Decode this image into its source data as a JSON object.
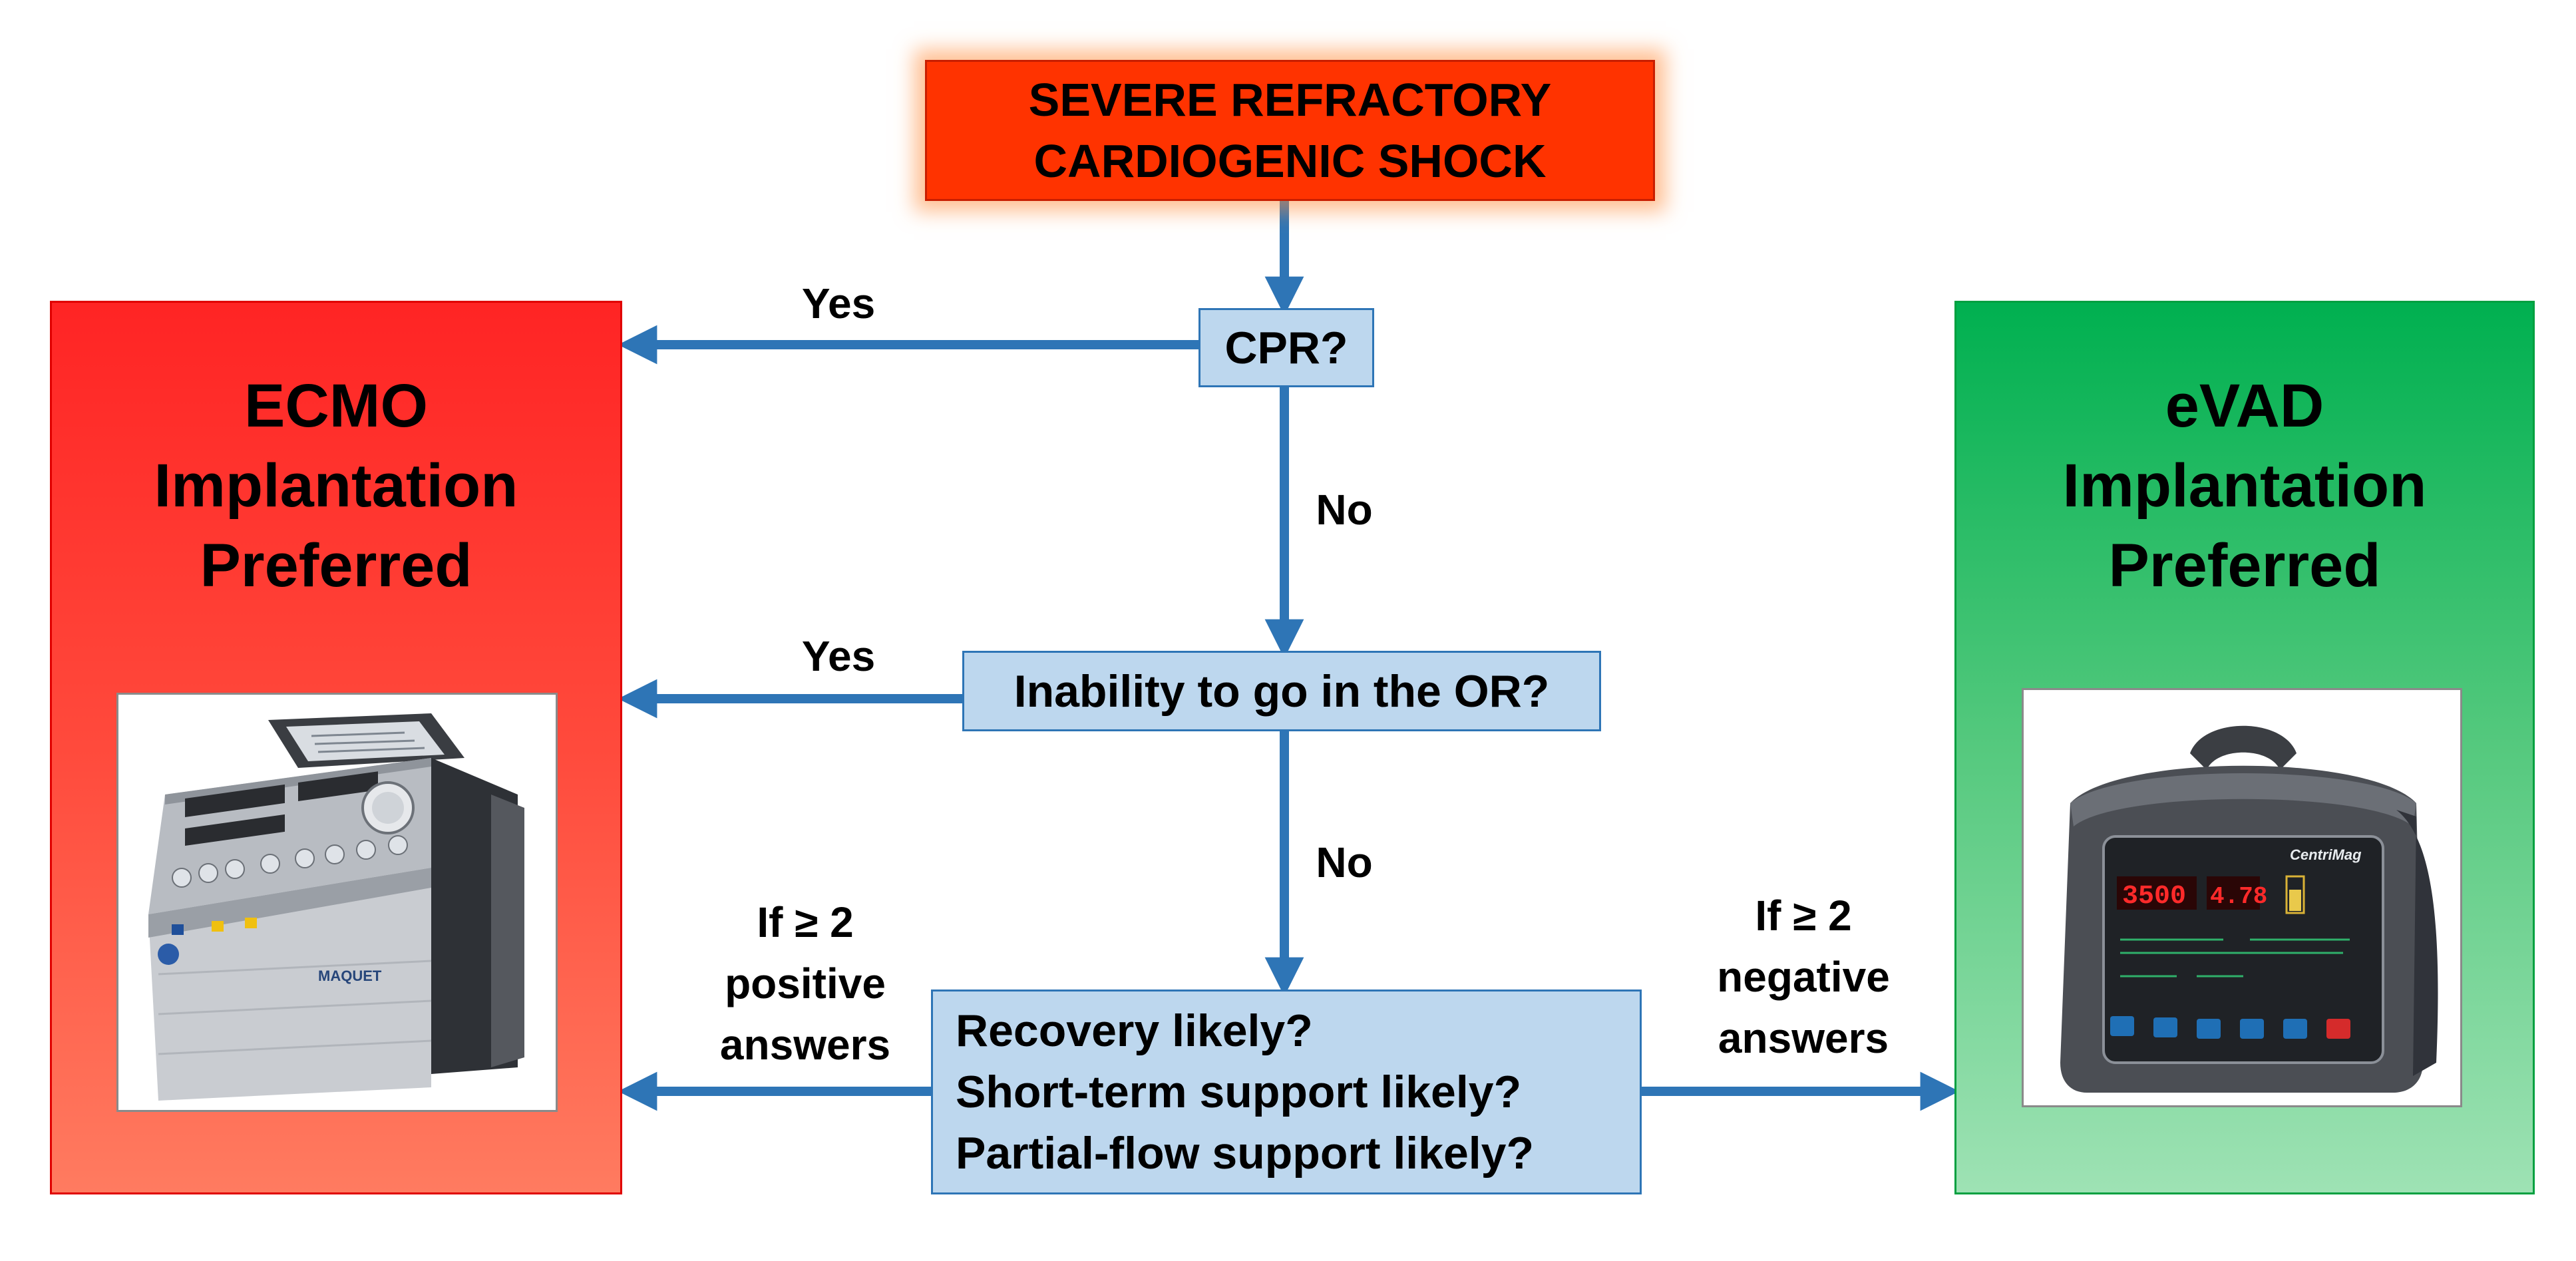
{
  "shock_box": {
    "line1": "SEVERE REFRACTORY",
    "line2": "CARDIOGENIC SHOCK"
  },
  "questions": {
    "cpr": "CPR?",
    "or": "Inability to go in the OR?",
    "criteria": [
      "Recovery  likely?",
      "Short-term support likely?",
      "Partial-flow support likely?"
    ]
  },
  "labels": {
    "yes1": "Yes",
    "no1": "No",
    "yes2": "Yes",
    "no2": "No",
    "positive": [
      "If ≥ 2",
      "positive",
      "answers"
    ],
    "negative": [
      "If ≥ 2",
      "negative",
      "answers"
    ]
  },
  "ecmo_panel": {
    "title_lines": [
      "ECMO",
      "Implantation",
      "Preferred"
    ]
  },
  "evad_panel": {
    "title_lines": [
      "eVAD",
      "Implantation",
      "Preferred"
    ]
  },
  "device_labels": {
    "ecmo_brand": "MAQUET",
    "evad_brand": "CentriMag",
    "evad_rpm": "3500",
    "evad_lpm": "4.78"
  },
  "colors": {
    "shock_fill": "#ff3300",
    "question_fill": "#bdd7ee",
    "arrow": "#2e75b6",
    "ecmo_fill": "#ff2424",
    "evad_fill": "#00b050"
  }
}
